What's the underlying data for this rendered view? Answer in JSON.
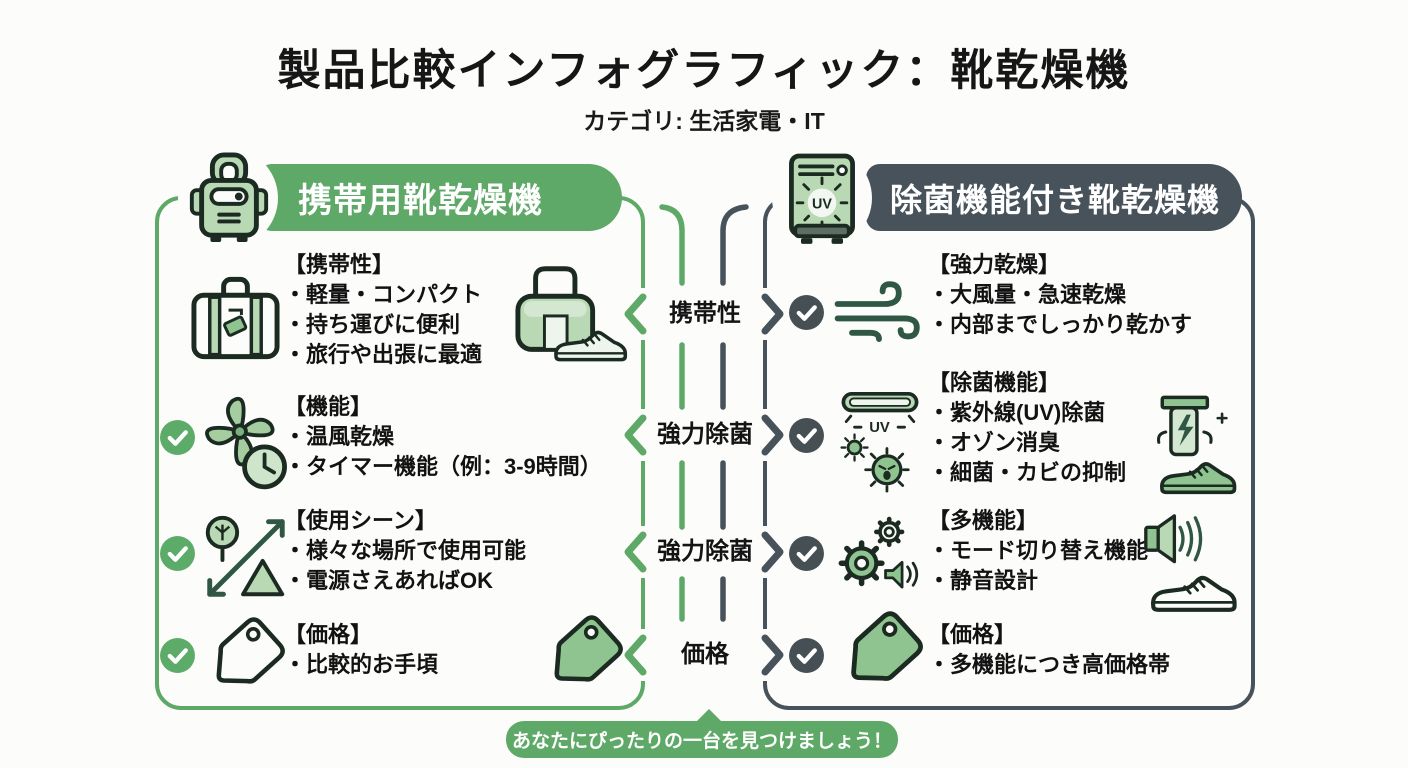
{
  "page": {
    "title": "製品比較インフォグラフィック：靴乾燥機",
    "subtitle": "カテゴリ: 生活家電・IT",
    "footer_banner": "あなたにぴったりの一台を見つけましょう！"
  },
  "colors": {
    "green_accent": "#5fa968",
    "green_light_fill": "#b9d8b4",
    "dark_slate": "#47525a",
    "check_green": "#5cab68",
    "check_dark": "#454f54",
    "icon_outline": "#1c2b22",
    "text": "#121212",
    "background": "#fcfcfa"
  },
  "comparison": {
    "labels": [
      "携帯性",
      "強力除菌",
      "強力除菌",
      "価格"
    ]
  },
  "left_panel": {
    "header": "携帯用靴乾燥機",
    "header_icon": "portable-dryer-icon",
    "sections": [
      {
        "title": "【携帯性】",
        "bullets": [
          "・軽量・コンパクト",
          "・持ち運びに便利",
          "・旅行や出張に最適"
        ],
        "checked": false,
        "icon": "suitcase-icon",
        "right_icon": "travel-bag-sneaker-icon"
      },
      {
        "title": "【機能】",
        "bullets": [
          "・温風乾燥",
          "・タイマー機能（例：3-9時間）"
        ],
        "checked": true,
        "icon": "fan-timer-icon"
      },
      {
        "title": "【使用シーン】",
        "bullets": [
          "・様々な場所で使用可能",
          "・電源さえあればOK"
        ],
        "checked": true,
        "icon": "outdoor-scene-icon"
      },
      {
        "title": "【価格】",
        "bullets": [
          "・比較的お手頃"
        ],
        "checked": true,
        "icon": "price-tag-icon",
        "right_icon": "green-price-tag-icon"
      }
    ]
  },
  "right_panel": {
    "header": "除菌機能付き靴乾燥機",
    "header_icon": "uv-dryer-icon",
    "sections": [
      {
        "title": "【強力乾燥】",
        "bullets": [
          "・大風量・急速乾燥",
          "・内部までしっかり乾かす"
        ],
        "checked": true,
        "icon": "wind-icon"
      },
      {
        "title": "【除菌機能】",
        "bullets": [
          "・紫外線(UV)除菌",
          "・オゾン消臭",
          "・細菌・カビの抑制"
        ],
        "checked": true,
        "icon": "uv-lamp-germ-icon",
        "right_icon": "sanitizer-sneaker-icon"
      },
      {
        "title": "【多機能】",
        "bullets": [
          "・モード切り替え機能",
          "・静音設計"
        ],
        "checked": true,
        "icon": "gears-speaker-icon",
        "right_icon": "speaker-sneaker-icon"
      },
      {
        "title": "【価格】",
        "bullets": [
          "・多機能につき高価格帯"
        ],
        "checked": true,
        "icon": "green-price-tag-icon"
      }
    ]
  }
}
